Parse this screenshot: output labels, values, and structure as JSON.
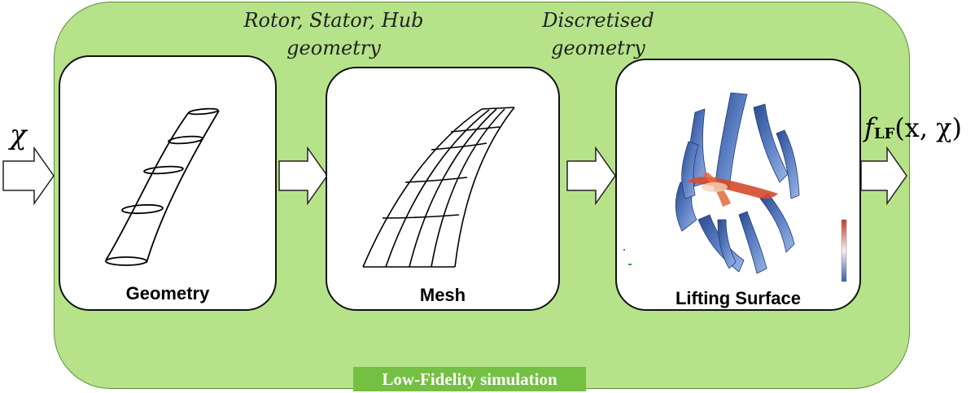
{
  "input_label": "χ",
  "output_label": "f_LF(x, χ)",
  "output_parts": {
    "f": "f",
    "sub": "LF",
    "args": "(x, χ)"
  },
  "captions": {
    "rotor": [
      "Rotor, Stator, Hub",
      "geometry"
    ],
    "discretised": [
      "Discretised",
      "geometry"
    ]
  },
  "boxes": {
    "geometry": "Geometry",
    "mesh": "Mesh",
    "lifting_surface": "Lifting Surface"
  },
  "panel_label": "Low-Fidelity simulation",
  "colors": {
    "panel_fill": "#b6e389",
    "badge_fill": "#74c043",
    "blade_blue": "#3a5ea8",
    "blade_red": "#d64a2a"
  }
}
